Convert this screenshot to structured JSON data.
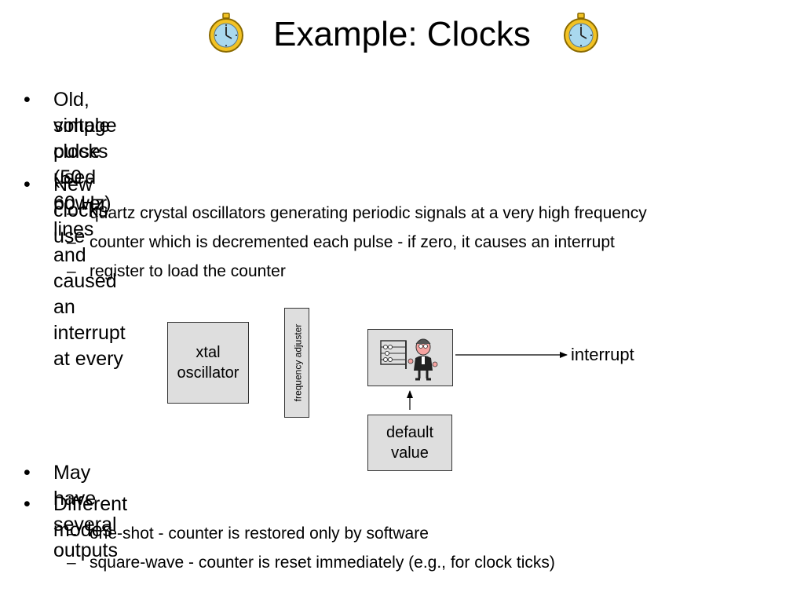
{
  "title": "Example: Clocks",
  "bullets": [
    {
      "text": "Old, simple clocks used power lines and caused an interrupt at every voltage pulse (50 - 60 Hz)",
      "line1": "Old, simple clocks used power lines and caused an interrupt at every",
      "line2": "voltage pulse (50 - 60 Hz)"
    },
    {
      "text": "New clocks use",
      "subitems": [
        "quartz crystal oscillators generating periodic signals at a very high frequency",
        "counter which is decremented each pulse - if zero, it causes an interrupt",
        "register to load the counter"
      ]
    },
    {
      "text": "May have several outputs"
    },
    {
      "text": "Different modes",
      "subitems": [
        "one-shot - counter is restored only by software",
        "square-wave - counter is reset immediately (e.g., for clock ticks)"
      ]
    }
  ],
  "bullet_glyph": "•",
  "dash_glyph": "–",
  "diagram": {
    "xtal_line1": "xtal",
    "xtal_line2": "oscillator",
    "frequency_adjuster": "frequency adjuster",
    "default_line1": "default",
    "default_line2": "value",
    "interrupt": "interrupt",
    "counter_icon": "abacus-person-icon"
  },
  "icons": {
    "clock": "stopwatch-icon"
  },
  "colors": {
    "box_fill": "#dedede",
    "clock_gold": "#f2c224",
    "clock_face": "#a9d8ee"
  }
}
